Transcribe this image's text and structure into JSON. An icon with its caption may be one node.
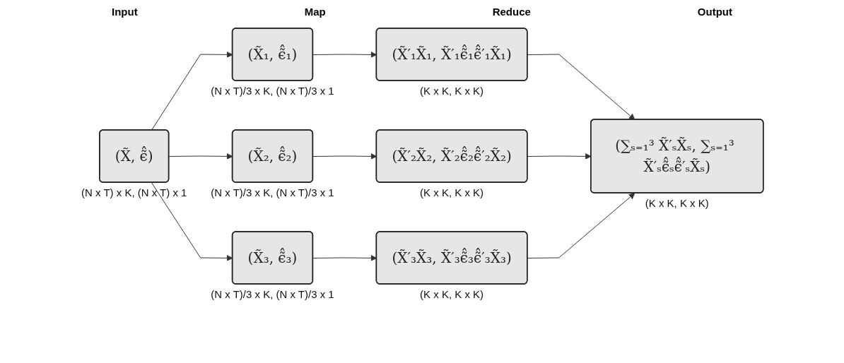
{
  "diagram": {
    "nodes": [
      {
        "text": [
          "(X̃, ϵ̃̂)"
        ],
        "beside": [
          "(N x T) x K, (N x T) x 1"
        ]
      },
      {
        "text": [
          "(X̃₁, ϵ̃̂₁)"
        ],
        "beside": [
          "(N x T)/3 x K, (N x T)/3 x 1"
        ]
      },
      {
        "text": [
          "(X̃₂, ϵ̃̂₂)"
        ],
        "beside": [
          "(N x T)/3 x K, (N x T)/3 x 1"
        ]
      },
      {
        "text": [
          "(X̃₃, ϵ̃̂₃)"
        ],
        "beside": [
          "(N x T)/3 x K, (N x T)/3 x 1"
        ]
      },
      {
        "text": [
          "(X̃′₁X̃₁, X̃′₁ϵ̃̂₁ϵ̃̂′₁X̃₁)"
        ],
        "beside": [
          "(K x K, K x K)"
        ]
      },
      {
        "text": [
          "(X̃′₂X̃₂, X̃′₂ϵ̃̂₂ϵ̃̂′₂X̃₂)"
        ],
        "beside": [
          "(K x K, K x K)"
        ]
      },
      {
        "text": [
          "(X̃′₃X̃₃, X̃′₃ϵ̃̂₃ϵ̃̂′₃X̃₃)"
        ],
        "beside": [
          "(K x K, K x K)"
        ]
      },
      {
        "text": [
          "(∑ₛ₌₁³ X̃′ₛX̃ₛ, ∑ₛ₌₁³ X̃′ₛϵ̃̂ₛϵ̃̂′ₛX̃ₛ)"
        ],
        "beside": [
          "(K x K, K x K)"
        ]
      }
    ],
    "edges": [
      {
        "from": 0,
        "to": 1,
        "arrow": "to"
      },
      {
        "from": 0,
        "to": 2,
        "arrow": "to"
      },
      {
        "from": 0,
        "to": 3,
        "arrow": "to"
      },
      {
        "from": 1,
        "to": 4,
        "arrow": "to"
      },
      {
        "from": 2,
        "to": 5,
        "arrow": "to"
      },
      {
        "from": 3,
        "to": 6,
        "arrow": "to"
      },
      {
        "from": 4,
        "to": 7,
        "arrow": "to"
      },
      {
        "from": 5,
        "to": 7,
        "arrow": "to"
      },
      {
        "from": 6,
        "to": 7,
        "arrow": "to"
      }
    ],
    "labels": [
      "Input",
      "Map",
      "Reduce",
      "Output"
    ]
  }
}
